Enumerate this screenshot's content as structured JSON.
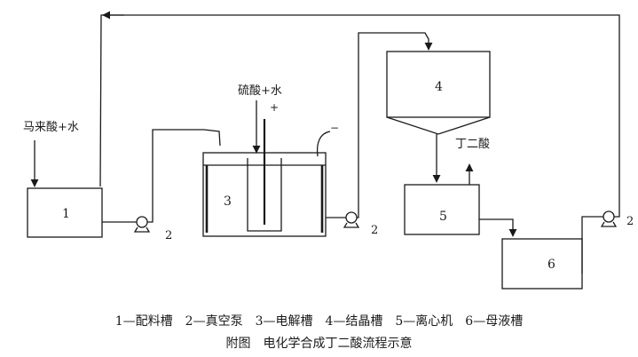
{
  "inputs": {
    "feed": "马来酸+水",
    "acid": "硫酸+水",
    "product": "丁二酸"
  },
  "electrodes": {
    "anode": "+",
    "cathode": "−"
  },
  "units": {
    "u1": "1",
    "u3": "3",
    "u4": "4",
    "u5": "5",
    "u6": "6"
  },
  "pump_labels": {
    "p1": "2",
    "p2": "2",
    "p3": "2"
  },
  "legend": {
    "items": "1—配料槽　2—真空泵　3—电解槽　4—结晶槽　5—离心机　6—母液槽",
    "caption": "附图　电化学合成丁二酸流程示意"
  }
}
